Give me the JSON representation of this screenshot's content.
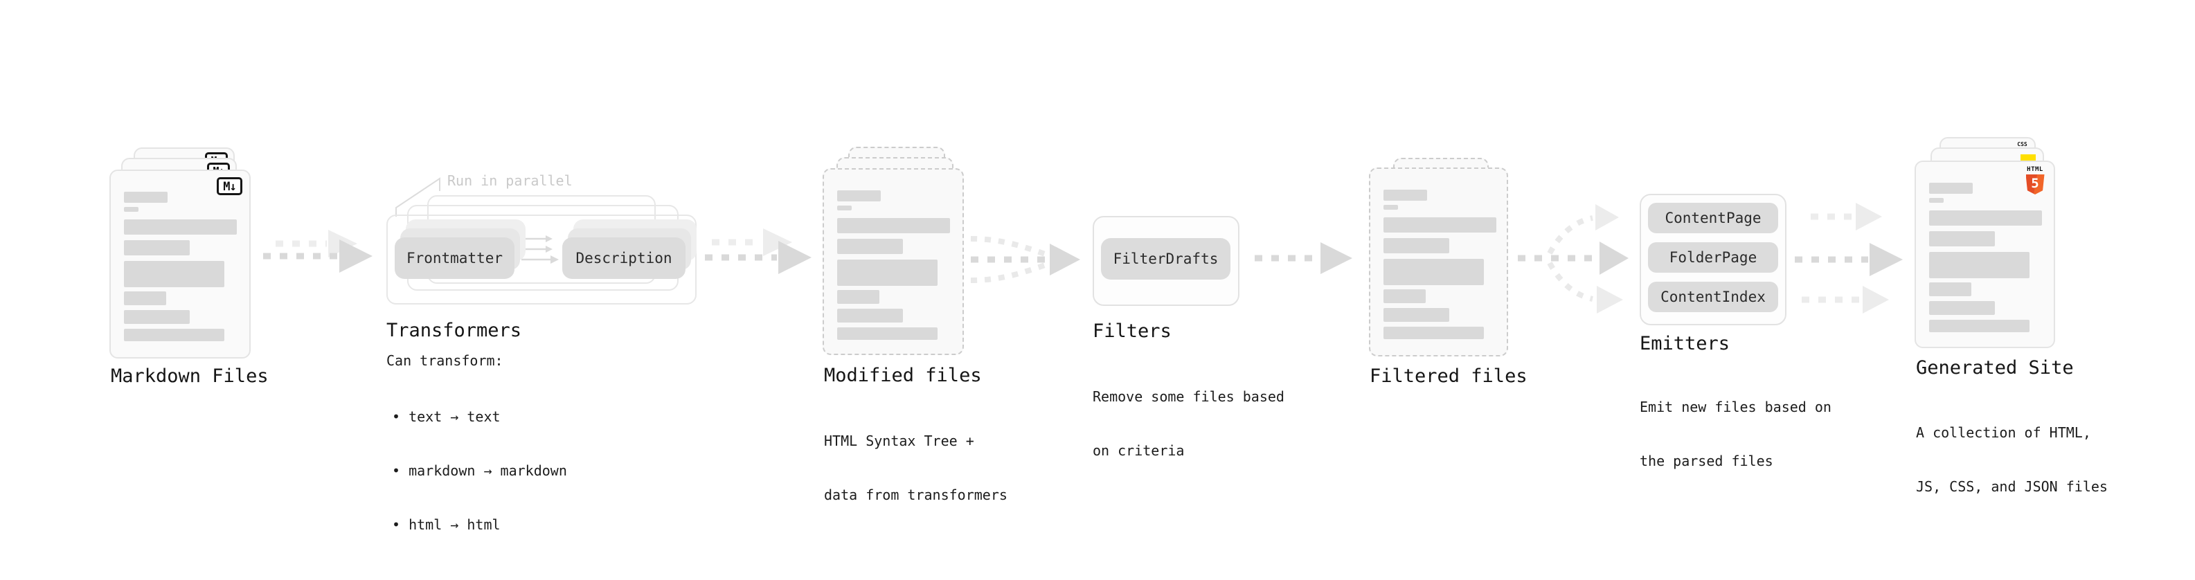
{
  "stages": {
    "markdown": {
      "label": "Markdown Files",
      "badge": "M↓"
    },
    "transformers": {
      "label": "Transformers",
      "note": "Run in parallel",
      "pill_a": "Frontmatter",
      "pill_b": "Description",
      "desc_title": "Can transform:",
      "bullets": [
        "• text → text",
        "• markdown → markdown",
        "• html → html"
      ]
    },
    "modified": {
      "label": "Modified files",
      "desc": [
        "HTML Syntax Tree +",
        "data from transformers"
      ]
    },
    "filters": {
      "label": "Filters",
      "pill": "FilterDrafts",
      "desc": [
        "Remove some files based",
        "on criteria"
      ]
    },
    "filtered": {
      "label": "Filtered files"
    },
    "emitters": {
      "label": "Emitters",
      "pills": [
        "ContentPage",
        "FolderPage",
        "ContentIndex"
      ],
      "desc": [
        "Emit new files based on",
        "the parsed files"
      ]
    },
    "generated": {
      "label": "Generated Site",
      "desc": [
        "A collection of HTML,",
        "JS, CSS, and JSON files"
      ],
      "badge_html": "HTML",
      "badge_five": "5",
      "badge_css": "CSS"
    }
  },
  "colors": {
    "html5_orange": "#e44d26",
    "js_yellow": "#ffdf00",
    "css_blue": "#2965f1"
  }
}
